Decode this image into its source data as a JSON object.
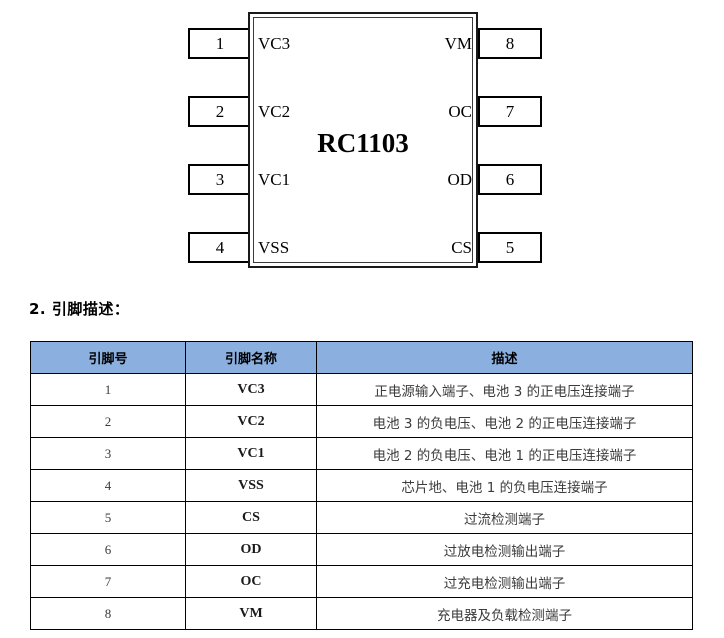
{
  "package_diagram": {
    "chip_label": "RC1103",
    "pins_left": [
      {
        "number": "1",
        "name": "VC3"
      },
      {
        "number": "2",
        "name": "VC2"
      },
      {
        "number": "3",
        "name": "VC1"
      },
      {
        "number": "4",
        "name": "VSS"
      }
    ],
    "pins_right": [
      {
        "number": "8",
        "name": "VM"
      },
      {
        "number": "7",
        "name": "OC"
      },
      {
        "number": "6",
        "name": "OD"
      },
      {
        "number": "5",
        "name": "CS"
      }
    ]
  },
  "section": {
    "heading": "2. 引脚描述："
  },
  "pin_table": {
    "headers": [
      "引脚号",
      "引脚名称",
      "描述"
    ],
    "rows": [
      {
        "number": "1",
        "name": "VC3",
        "description": "正电源输入端子、电池 3 的正电压连接端子"
      },
      {
        "number": "2",
        "name": "VC2",
        "description": "电池 3 的负电压、电池 2 的正电压连接端子"
      },
      {
        "number": "3",
        "name": "VC1",
        "description": "电池 2 的负电压、电池 1 的正电压连接端子"
      },
      {
        "number": "4",
        "name": "VSS",
        "description": "芯片地、电池 1 的负电压连接端子"
      },
      {
        "number": "5",
        "name": "CS",
        "description": "过流检测端子"
      },
      {
        "number": "6",
        "name": "OD",
        "description": "过放电检测输出端子"
      },
      {
        "number": "7",
        "name": "OC",
        "description": "过充电检测输出端子"
      },
      {
        "number": "8",
        "name": "VM",
        "description": "充电器及负载检测端子"
      }
    ]
  },
  "colors": {
    "table_header_blue": "#8BAFDF",
    "border_black": "#000000",
    "text_gray": "#3b3b3b"
  }
}
